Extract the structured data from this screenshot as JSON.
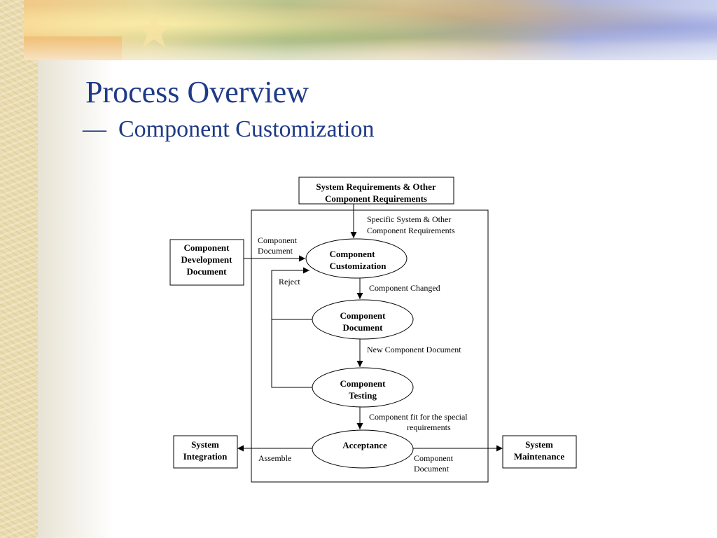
{
  "slide": {
    "title": "Process Overview",
    "subtitle_dash": "—",
    "subtitle": "Component Customization"
  },
  "diagram": {
    "top_box": [
      "System Requirements & Other",
      "Component Requirements"
    ],
    "left_box": [
      "Component",
      "Development",
      "Document"
    ],
    "integration_box": [
      "System",
      "Integration"
    ],
    "maintenance_box": [
      "System",
      "Maintenance"
    ],
    "node_customization": [
      "Component",
      "Customization"
    ],
    "node_document": [
      "Component",
      "Document"
    ],
    "node_testing": [
      "Component",
      "Testing"
    ],
    "node_acceptance": [
      "Acceptance"
    ],
    "label_specific": [
      "Specific System & Other",
      "Component Requirements"
    ],
    "label_component_document_in": [
      "Component",
      "Document"
    ],
    "label_reject": "Reject",
    "label_changed": "Component Changed",
    "label_new_doc": "New Component Document",
    "label_fit": [
      "Component fit for the special",
      "requirements"
    ],
    "label_assemble": "Assemble",
    "label_component_document_out": [
      "Component",
      "Document"
    ]
  }
}
